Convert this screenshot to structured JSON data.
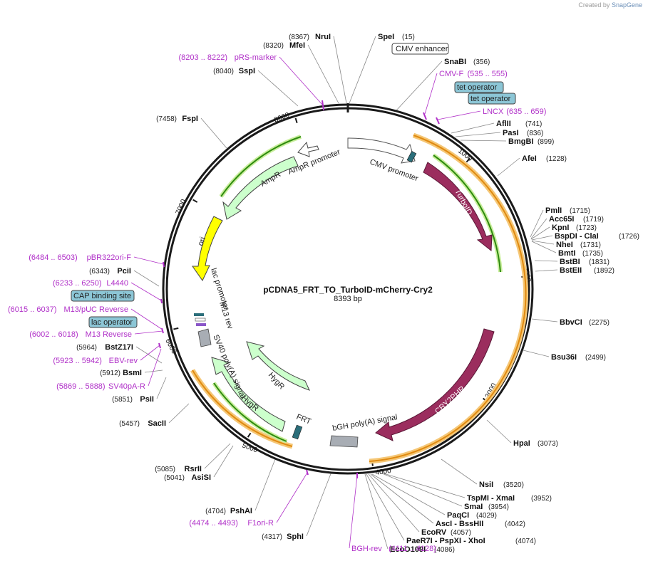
{
  "credit": {
    "prefix": "Created by",
    "brand": "SnapGene"
  },
  "plasmid": {
    "name": "pCDNA5_FRT_TO_TurboID-mCherry-Cry2",
    "size": "8393 bp"
  },
  "ticks": [
    "1000",
    "2000",
    "3000",
    "4000",
    "5000",
    "6000",
    "7000",
    "8000"
  ],
  "enzymes": [
    {
      "name": "NruI",
      "pos": "(8367)"
    },
    {
      "name": "SpeI",
      "pos": "(15)"
    },
    {
      "name": "MfeI",
      "pos": "(8320)"
    },
    {
      "name": "SnaBI",
      "pos": "(356)"
    },
    {
      "name": "SspI",
      "pos": "(8040)"
    },
    {
      "name": "FspI",
      "pos": "(7458)"
    },
    {
      "name": "AflII",
      "pos": "(741)"
    },
    {
      "name": "PasI",
      "pos": "(836)"
    },
    {
      "name": "BmgBI",
      "pos": "(899)"
    },
    {
      "name": "AfeI",
      "pos": "(1228)"
    },
    {
      "name": "PmlI",
      "pos": "(1715)"
    },
    {
      "name": "Acc65I",
      "pos": "(1719)"
    },
    {
      "name": "KpnI",
      "pos": "(1723)"
    },
    {
      "name": "BspDI - ClaI",
      "pos": "(1726)"
    },
    {
      "name": "NheI",
      "pos": "(1731)"
    },
    {
      "name": "BmtI",
      "pos": "(1735)"
    },
    {
      "name": "BstBI",
      "pos": "(1831)"
    },
    {
      "name": "BstEII",
      "pos": "(1892)"
    },
    {
      "name": "BbvCI",
      "pos": "(2275)"
    },
    {
      "name": "Bsu36I",
      "pos": "(2499)"
    },
    {
      "name": "HpaI",
      "pos": "(3073)"
    },
    {
      "name": "NsiI",
      "pos": "(3520)"
    },
    {
      "name": "TspMI - XmaI",
      "pos": "(3952)"
    },
    {
      "name": "SmaI",
      "pos": "(3954)"
    },
    {
      "name": "PaqCI",
      "pos": "(4029)"
    },
    {
      "name": "AscI - BssHII",
      "pos": "(4042)"
    },
    {
      "name": "EcoRV",
      "pos": "(4057)"
    },
    {
      "name": "PaeR7I - PspXI - XhoI",
      "pos": "(4074)"
    },
    {
      "name": "EcoO109I",
      "pos": "(4086)"
    },
    {
      "name": "SphI",
      "pos": "(4317)"
    },
    {
      "name": "PshAI",
      "pos": "(4704)"
    },
    {
      "name": "RsrII",
      "pos": "(5085)"
    },
    {
      "name": "AsiSI",
      "pos": "(5041)"
    },
    {
      "name": "SacII",
      "pos": "(5457)"
    },
    {
      "name": "PsiI",
      "pos": "(5851)"
    },
    {
      "name": "BsmI",
      "pos": "(5912)"
    },
    {
      "name": "BstZ17I",
      "pos": "(5964)"
    },
    {
      "name": "PciI",
      "pos": "(6343)"
    }
  ],
  "primers": [
    {
      "name": "pRS-marker",
      "pos": "(8203 .. 8222)"
    },
    {
      "name": "CMV-F",
      "pos": "(535 .. 555)"
    },
    {
      "name": "LNCX",
      "pos": "(635 .. 659)"
    },
    {
      "name": "pBR322ori-F",
      "pos": "(6484 .. 6503)"
    },
    {
      "name": "L4440",
      "pos": "(6233 .. 6250)"
    },
    {
      "name": "M13/pUC Reverse",
      "pos": "(6015 .. 6037)"
    },
    {
      "name": "M13 Reverse",
      "pos": "(6002 .. 6018)"
    },
    {
      "name": "EBV-rev",
      "pos": "(5923 .. 5942)"
    },
    {
      "name": "SV40pA-R",
      "pos": "(5869 .. 5888)"
    },
    {
      "name": "F1ori-R",
      "pos": "(4474 .. 4493)"
    },
    {
      "name": "BGH-rev",
      "pos": "(4111 .. 4128)"
    }
  ],
  "boxed_features": [
    "CMV enhancer",
    "tet operator",
    "tet operator",
    "CAP binding site",
    "lac operator"
  ],
  "features": {
    "cmv_promoter": "CMV promoter",
    "ampr": "AmpR",
    "ampr_promoter": "AmpR promoter",
    "ori": "ori",
    "lac_promoter": "lac promoter",
    "m13_rev": "M13 rev",
    "sv40": "SV40 poly(A) signal",
    "hygr1": "HygR",
    "hygr2": "HygR",
    "frt": "FRT",
    "bgh": "bGH poly(A) signal",
    "turboid": "TurboID",
    "cry2phr": "CRY2PHR"
  },
  "colors": {
    "backbone": "#1a1a1a",
    "ampr_fill": "#ccffcc",
    "ori_fill": "#ffff00",
    "cds_fill": "#9b2d5e",
    "promoter_fill": "#ffffff",
    "terminator_fill": "#a8adb4",
    "frt_fill": "#2b6e7a",
    "primer": "#b030c8",
    "orf_orange": "#f0a020",
    "orf_green": "#2e8b0f",
    "boxed_blue": "#8cc6d6"
  }
}
